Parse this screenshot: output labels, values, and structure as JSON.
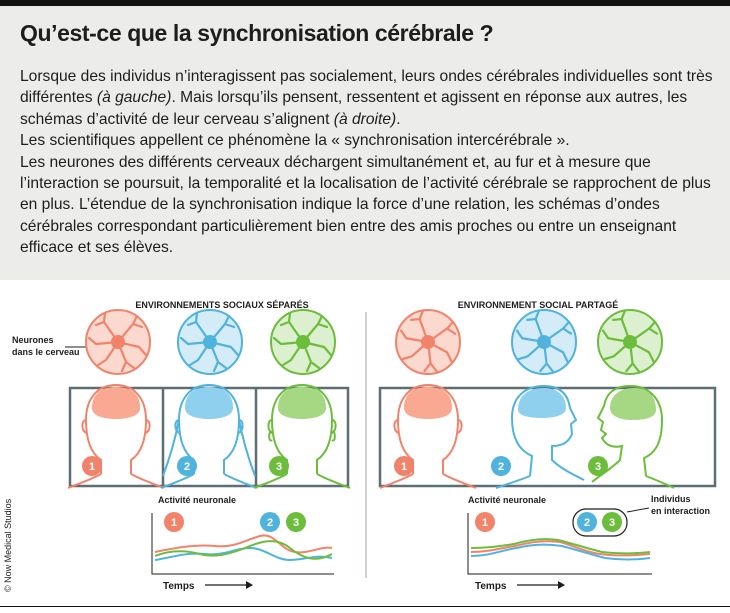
{
  "title": "Qu’est-ce que la synchronisation cérébrale ?",
  "body": {
    "p1_a": "Lorsque des individus n’interagissent pas socialement, leurs ondes cérébrales individuelles sont très différentes ",
    "p1_em1": "(à gauche)",
    "p1_b": ". Mais lorsqu’ils pensent, ressentent et agissent en réponse aux autres, les schémas d’activité de leur cerveau s’alignent ",
    "p1_em2": "(à droite)",
    "p1_c": ".",
    "p2": "Les scientifiques appellent ce phénomène la « synchronisation intercérébrale ».",
    "p3": "Les neurones des différents cerveaux déchargent simultanément et, au fur et à mesure que l’interaction se poursuit, la temporalité et la localisation de l’activité cérébrale se rapprochent de plus en plus. L’étendue de la synchronisation indique la force d’une relation, les schémas d’ondes cérébrales correspondant particulièrement bien entre des amis proches ou entre un enseignant efficace et ses élèves."
  },
  "diagram": {
    "left_heading": "ENVIRONNEMENTS SOCIAUX SÉPARÉS",
    "right_heading": "ENVIRONNEMENT SOCIAL PARTAGÉ",
    "neurons_label": [
      "Neurones",
      "dans le cerveau"
    ],
    "activity_label": "Activité neuronale",
    "time_label": "Temps",
    "interaction_label": [
      "Individus",
      "en interaction"
    ],
    "badges": [
      "1",
      "2",
      "3"
    ],
    "colors": {
      "person1": "#f2836b",
      "person2": "#4fb3de",
      "person3": "#6cbd3c",
      "frame": "#5d6f73"
    }
  },
  "credit": "© Now Medical Studios"
}
